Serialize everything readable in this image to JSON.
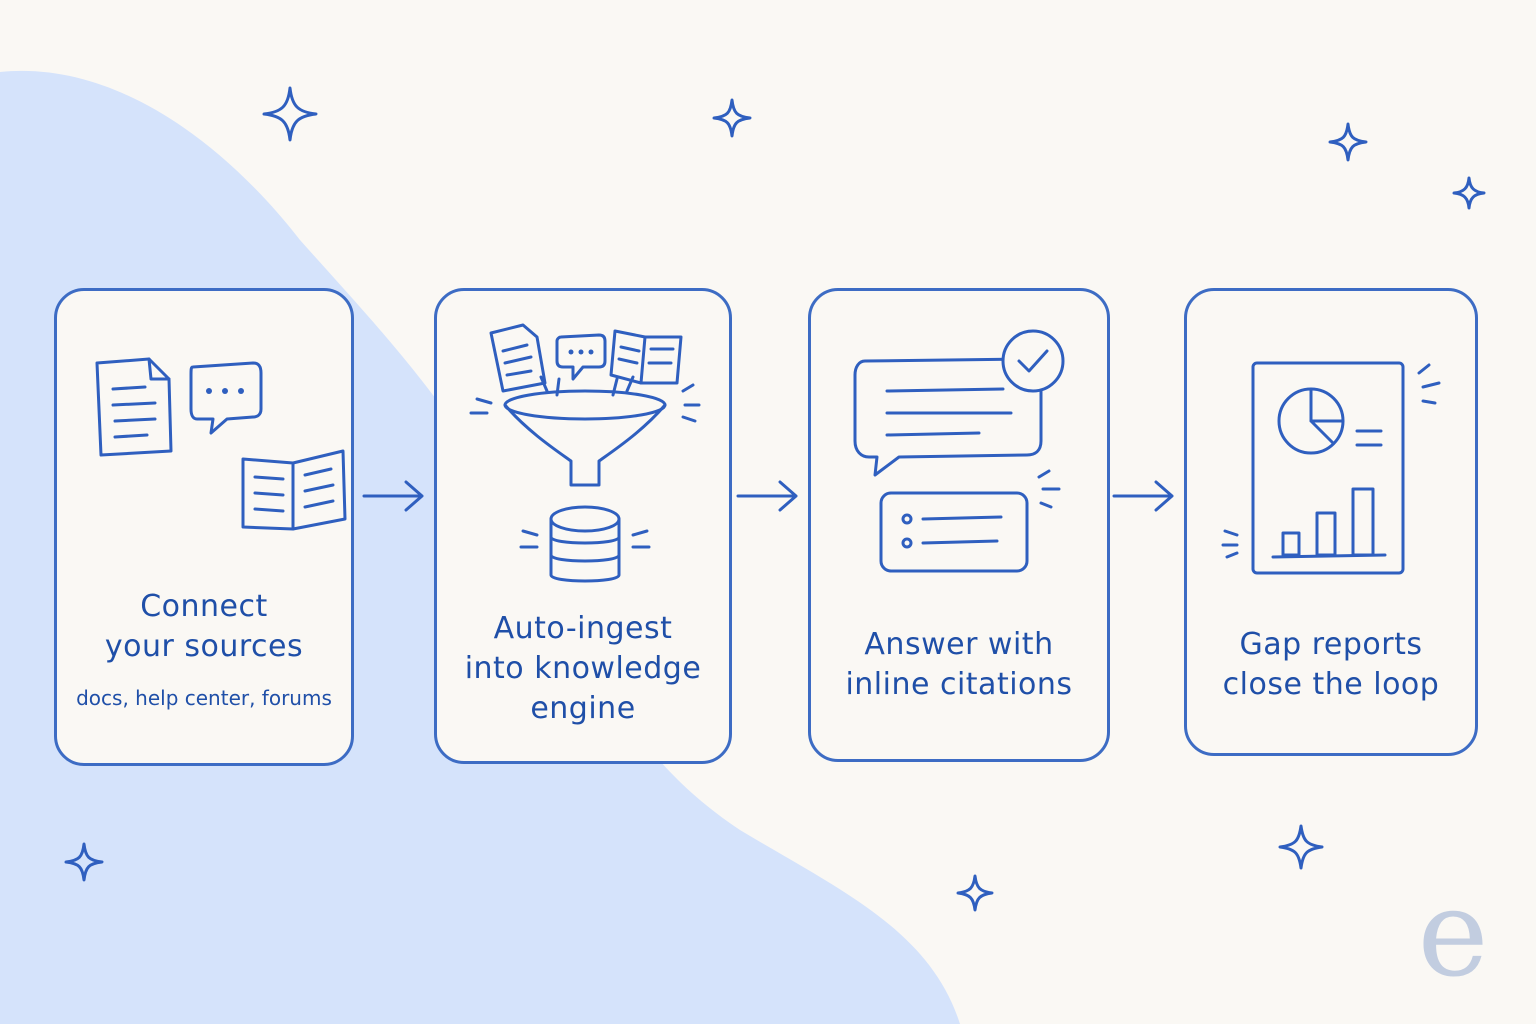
{
  "steps": [
    {
      "title": "Connect your sources",
      "title_lines": [
        "Connect",
        "your sources"
      ],
      "subtitle": "docs, help center, forums",
      "icon": "sources-icon"
    },
    {
      "title": "Auto-ingest into knowledge engine",
      "title_lines": [
        "Auto-ingest",
        "into knowledge",
        "engine"
      ],
      "icon": "funnel-database-icon"
    },
    {
      "title": "Answer with inline citations",
      "title_lines": [
        "Answer with",
        "inline citations"
      ],
      "icon": "chat-check-icon"
    },
    {
      "title": "Gap reports close the loop",
      "title_lines": [
        "Gap reports",
        "close the loop"
      ],
      "icon": "report-chart-icon"
    }
  ],
  "logo": {
    "text": "e"
  },
  "colors": {
    "accent": "#2f5fbf",
    "card_border": "#3d6cc4",
    "background": "#faf8f4",
    "blob": "#d5e3fb",
    "logo": "#c2cde0"
  }
}
